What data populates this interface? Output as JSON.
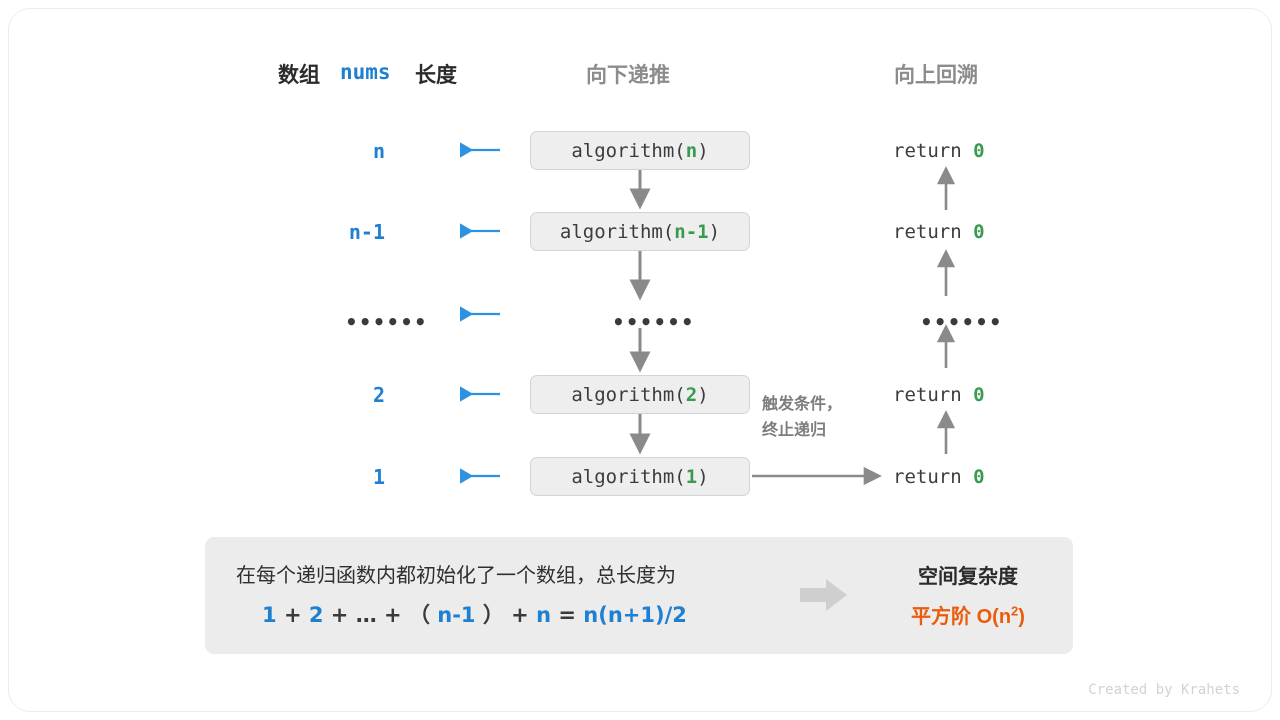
{
  "headers": {
    "left_prefix": "数组",
    "left_mono": "nums",
    "left_suffix": "长度",
    "middle": "向下递推",
    "right": "向上回溯"
  },
  "colors": {
    "blue": "#1f80d2",
    "green": "#3a9a4e",
    "orange": "#eb5b0c",
    "gray_text": "#8c8c8c",
    "box_fill": "#eeeeee",
    "panel_fill": "#ececec",
    "arrow_gray": "#8a8a8a"
  },
  "rows": [
    {
      "length": "n",
      "call_prefix": "algorithm(",
      "call_arg": "n",
      "call_suffix": ")",
      "return_text": "return",
      "return_value": "0",
      "is_ellipsis": false
    },
    {
      "length": "n-1",
      "call_prefix": "algorithm(",
      "call_arg": "n-1",
      "call_suffix": ")",
      "return_text": "return",
      "return_value": "0",
      "is_ellipsis": false
    },
    {
      "length": "••••••",
      "call_prefix": "",
      "call_arg": "••••••",
      "call_suffix": "",
      "return_text": "••••••",
      "return_value": "",
      "is_ellipsis": true
    },
    {
      "length": "2",
      "call_prefix": "algorithm(",
      "call_arg": "2",
      "call_suffix": ")",
      "return_text": "return",
      "return_value": "0",
      "is_ellipsis": false
    },
    {
      "length": "1",
      "call_prefix": "algorithm(",
      "call_arg": "1",
      "call_suffix": ")",
      "return_text": "return",
      "return_value": "0",
      "is_ellipsis": false
    }
  ],
  "trigger_note": {
    "line1": "触发条件，",
    "line2": "终止递归"
  },
  "summary": {
    "description": "在每个递归函数内都初始化了一个数组，总长度为",
    "formula_parts": [
      {
        "text": "1",
        "kind": "value"
      },
      {
        "text": "+",
        "kind": "op"
      },
      {
        "text": "2",
        "kind": "value"
      },
      {
        "text": "+",
        "kind": "op"
      },
      {
        "text": "…",
        "kind": "op"
      },
      {
        "text": "+",
        "kind": "op"
      },
      {
        "text": "（",
        "kind": "op"
      },
      {
        "text": "n-1",
        "kind": "value"
      },
      {
        "text": "）",
        "kind": "op"
      },
      {
        "text": "+",
        "kind": "op"
      },
      {
        "text": "n",
        "kind": "value"
      },
      {
        "text": "=",
        "kind": "op"
      },
      {
        "text": "n(n+1)/2",
        "kind": "value"
      }
    ],
    "result_title": "空间复杂度",
    "result_label": "平方阶",
    "result_notation_base": "O(n",
    "result_notation_exp": "2",
    "result_notation_tail": ")"
  },
  "footer": "Created by Krahets"
}
